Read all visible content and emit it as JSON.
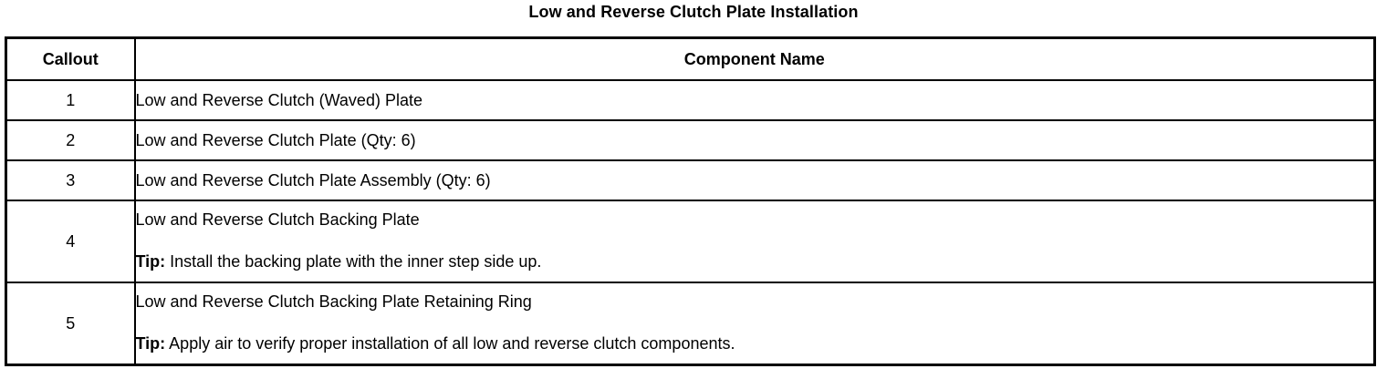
{
  "document": {
    "title": "Low and Reverse Clutch Plate Installation"
  },
  "table": {
    "columns": [
      {
        "key": "callout",
        "label": "Callout",
        "align": "center"
      },
      {
        "key": "component_name",
        "label": "Component Name",
        "align": "center"
      }
    ],
    "rows": [
      {
        "callout": "1",
        "component_name": "Low and Reverse Clutch (Waved) Plate",
        "tip_label": "",
        "tip_text": ""
      },
      {
        "callout": "2",
        "component_name": "Low and Reverse Clutch Plate (Qty: 6)",
        "tip_label": "",
        "tip_text": ""
      },
      {
        "callout": "3",
        "component_name": "Low and Reverse Clutch Plate Assembly (Qty: 6)",
        "tip_label": "",
        "tip_text": ""
      },
      {
        "callout": "4",
        "component_name": "Low and Reverse Clutch Backing Plate",
        "tip_label": "Tip:",
        "tip_text": " Install the backing plate with the inner step side up."
      },
      {
        "callout": "5",
        "component_name": "Low and Reverse Clutch Backing Plate Retaining Ring",
        "tip_label": "Tip:",
        "tip_text": " Apply air to verify proper installation of all low and reverse clutch components."
      }
    ]
  },
  "colors": {
    "background": "#ffffff",
    "text": "#000000",
    "border": "#000000"
  }
}
